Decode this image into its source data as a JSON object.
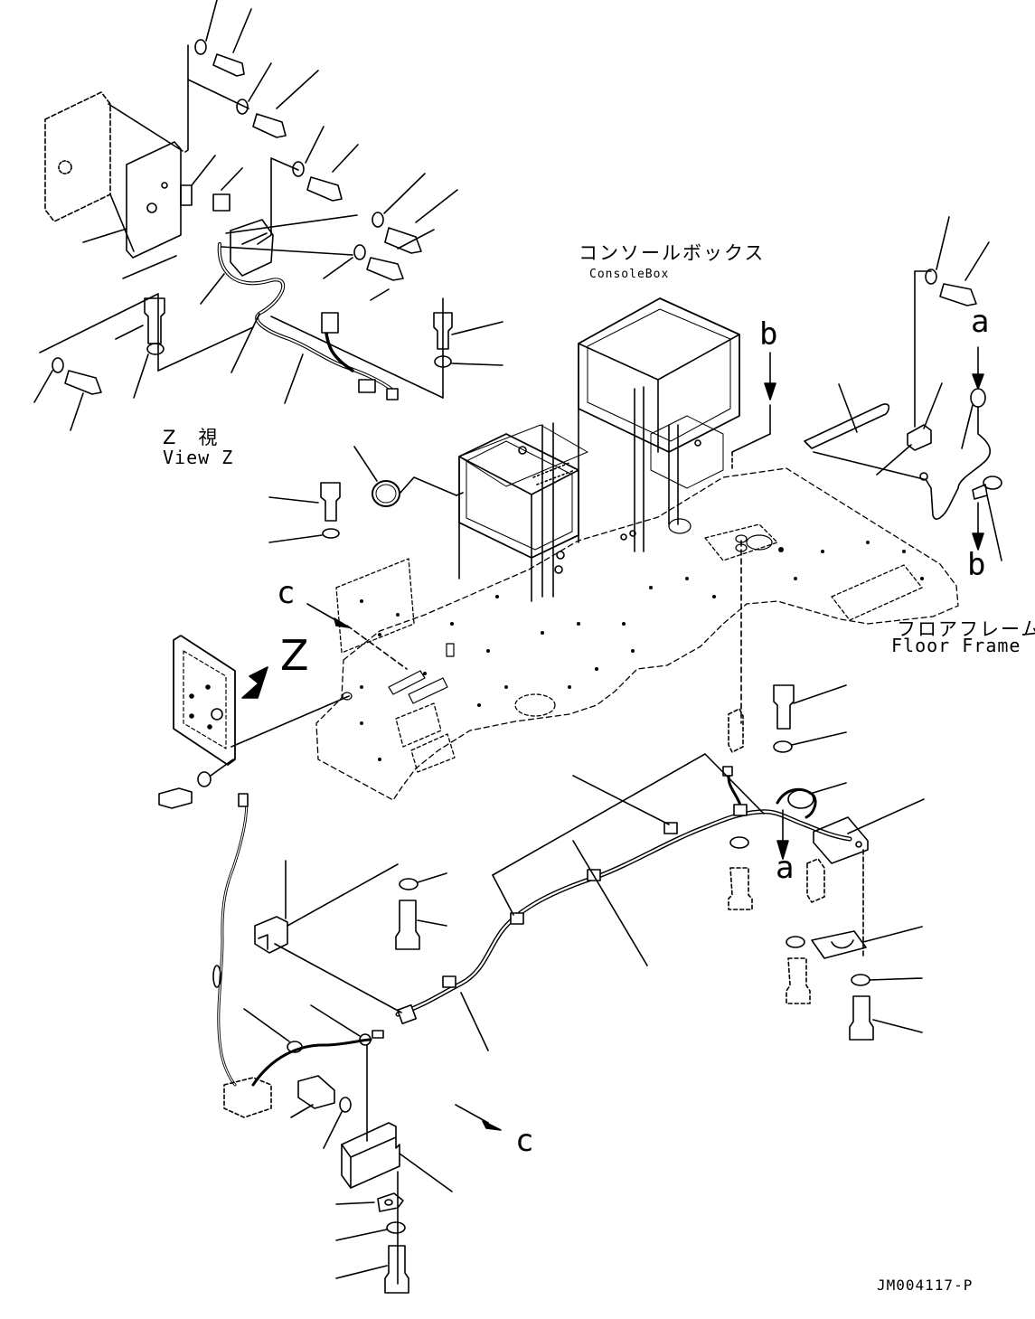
{
  "labels": {
    "console_box_jp": "コンソールボックス",
    "console_box_en": "ConsoleBox",
    "floor_frame_jp": "フロアフレーム",
    "floor_frame_en": "Floor Frame",
    "view_z_jp": "Z　視",
    "view_z_en": "View Z",
    "z_marker": "Z",
    "ref_a_top": "a",
    "ref_a_bottom": "a",
    "ref_b_left": "b",
    "ref_b_right": "b",
    "ref_c_top": "c",
    "ref_c_bottom": "c",
    "drawing_code": "JM004117-P"
  }
}
